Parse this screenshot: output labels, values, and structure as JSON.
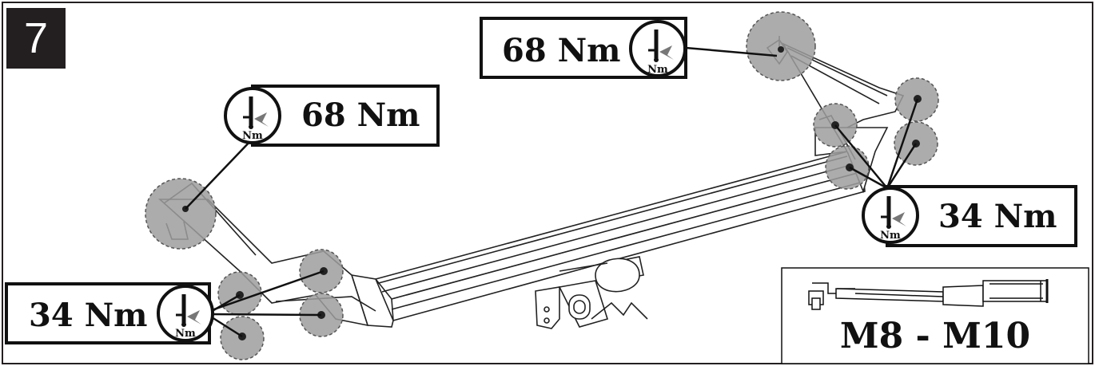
{
  "step": {
    "number": "7"
  },
  "torque_callouts": [
    {
      "id": "top-right",
      "value": "68 Nm",
      "icon_label": "Nm"
    },
    {
      "id": "left-upper",
      "value": "68 Nm",
      "icon_label": "Nm"
    },
    {
      "id": "right-lower",
      "value": "34 Nm",
      "icon_label": "Nm"
    },
    {
      "id": "left-lower",
      "value": "34 Nm",
      "icon_label": "Nm"
    }
  ],
  "tool": {
    "size_label": "M8 - M10",
    "icon": "torque-wrench-icon"
  },
  "colors": {
    "frame": "#231f20",
    "highlight": "#9e9e9e",
    "highlight_edge": "#555555"
  }
}
